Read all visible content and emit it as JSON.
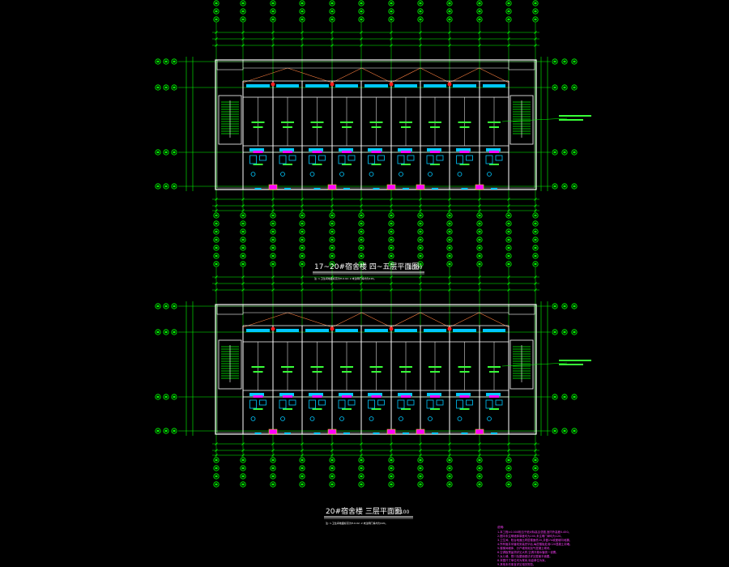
{
  "drawing": {
    "background": "#000000",
    "colors": {
      "grid": "#00ff00",
      "wall": "#ffffff",
      "window": "#00c8ff",
      "pink": "#ff00ff",
      "red": "#ff2020",
      "yellow": "#ffff00",
      "roof": "#ff8040",
      "text": "#38ff38"
    }
  },
  "plans": [
    {
      "title": "17~20#宿舍楼 四~五层平面图",
      "scale": "1:100",
      "note": "注: 1.卫生间地面标高为H-0.02;  2.未注明门垛均为120。"
    },
    {
      "title": "20#宿舍楼 三层平面图",
      "scale": "1:100",
      "note": "注: 1.卫生间地面标高为H-0.02;  2.未注明门垛均为120。"
    }
  ],
  "notes_panel": {
    "title": "说明:",
    "lines": [
      "1.本工程±0.000相当于绝对标高见总图,室内外高差0.450。",
      "2.图中未注明墙体厚度均为200,未注明门垛均为120。",
      "3.卫生间、阳台地面比同层楼面低20,并做1%坡度坡向地漏。",
      "4.所有管井待管线安装完毕后,每层楼板处用C20混凝土封堵。",
      "5.楼梯间墙体、分户墙采用加气混凝土砌块。",
      "6.空调板预留洞详见大样,空调冷凝水管统一设置。",
      "7.女儿墙、檐口及屋面做法详见屋面平面图。",
      "8.本图尺寸单位均为毫米,标高单位为米。",
      "9.其他未尽事宜详见相关规范。"
    ]
  }
}
